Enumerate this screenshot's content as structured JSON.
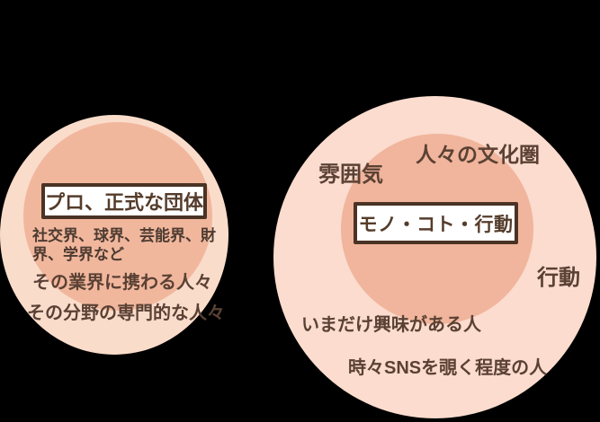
{
  "background_color": "#000000",
  "palette": {
    "outer_circle_fill": "#fadccb",
    "inner_circle_fill": "#f1b79d",
    "label_box_bg": "#ffffff",
    "label_box_border": "#4a3325",
    "text_color": "#5a4134"
  },
  "left_diagram": {
    "box_label": "プロ、正式な団体",
    "inner_note": "社交界、球界、芸能界、財\n界、学界など",
    "outer_labels": [
      "その業界に携わる人々",
      "その分野の専門的な人々"
    ]
  },
  "right_diagram": {
    "box_label": "モノ・コト・行動",
    "inner_labels": [
      "人々の文化圏",
      "雰囲気"
    ],
    "outer_labels": [
      "行動",
      "いまだけ興味がある人",
      "時々SNSを覗く程度の人"
    ]
  }
}
